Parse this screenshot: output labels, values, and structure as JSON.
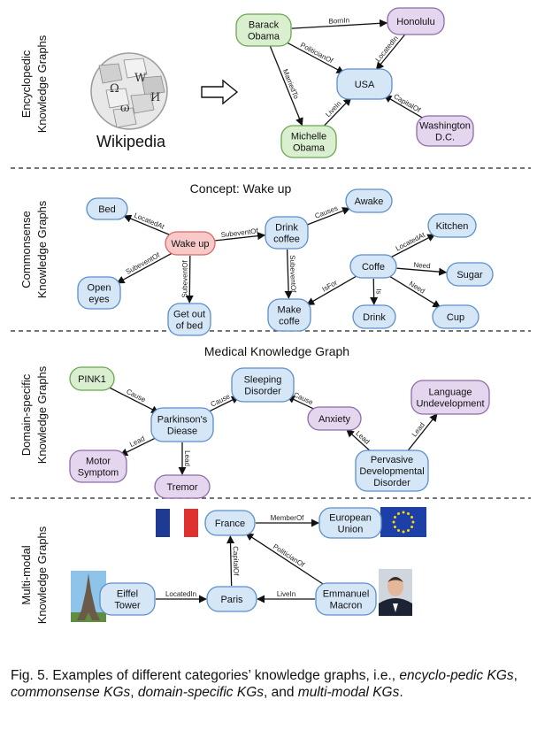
{
  "sections": [
    {
      "id": "encyclopedic",
      "label_lines": [
        "Encyclopedic",
        "Knowledge Graphs"
      ]
    },
    {
      "id": "commonsense",
      "label_lines": [
        "Commonsense",
        "Knowledge Graphs"
      ],
      "title": "Concept: Wake up"
    },
    {
      "id": "domain",
      "label_lines": [
        "Domain-specific",
        "Knowledge Graphs"
      ],
      "title": "Medical Knowledge Graph"
    },
    {
      "id": "multimodal",
      "label_lines": [
        "Multi-modal",
        "Knowledge Graphs"
      ]
    }
  ],
  "wikipedia_label": "Wikipedia",
  "colors": {
    "green": "#d9efcf",
    "purple": "#e4d6ee",
    "blue": "#d5e6f7",
    "red": "#f7c9c9",
    "green_stroke": "#6aa84f",
    "purple_stroke": "#8e6aa8",
    "blue_stroke": "#5b8fc9",
    "red_stroke": "#d66"
  },
  "nodes": [
    {
      "id": "barack",
      "lines": [
        "Barack",
        "Obama"
      ],
      "color": "green"
    },
    {
      "id": "honolulu",
      "lines": [
        "Honolulu"
      ],
      "color": "purple"
    },
    {
      "id": "usa",
      "lines": [
        "USA"
      ],
      "color": "blue"
    },
    {
      "id": "michelle",
      "lines": [
        "Michelle",
        "Obama"
      ],
      "color": "green"
    },
    {
      "id": "washington",
      "lines": [
        "Washington",
        "D.C."
      ],
      "color": "purple"
    },
    {
      "id": "bed",
      "lines": [
        "Bed"
      ],
      "color": "blue"
    },
    {
      "id": "wakeup",
      "lines": [
        "Wake up"
      ],
      "color": "red"
    },
    {
      "id": "openeyes",
      "lines": [
        "Open",
        "eyes"
      ],
      "color": "blue"
    },
    {
      "id": "getout",
      "lines": [
        "Get out",
        "of bed"
      ],
      "color": "blue"
    },
    {
      "id": "drinkcoffee",
      "lines": [
        "Drink",
        "coffee"
      ],
      "color": "blue"
    },
    {
      "id": "awake",
      "lines": [
        "Awake"
      ],
      "color": "blue"
    },
    {
      "id": "makecoffe",
      "lines": [
        "Make",
        "coffe"
      ],
      "color": "blue"
    },
    {
      "id": "coffe",
      "lines": [
        "Coffe"
      ],
      "color": "blue"
    },
    {
      "id": "kitchen",
      "lines": [
        "Kitchen"
      ],
      "color": "blue"
    },
    {
      "id": "sugar",
      "lines": [
        "Sugar"
      ],
      "color": "blue"
    },
    {
      "id": "drink",
      "lines": [
        "Drink"
      ],
      "color": "blue"
    },
    {
      "id": "cup",
      "lines": [
        "Cup"
      ],
      "color": "blue"
    },
    {
      "id": "pink1",
      "lines": [
        "PINK1"
      ],
      "color": "green"
    },
    {
      "id": "parkinsons",
      "lines": [
        "Parkinson's",
        "Diease"
      ],
      "color": "blue"
    },
    {
      "id": "sleeping",
      "lines": [
        "Sleeping",
        "Disorder"
      ],
      "color": "blue"
    },
    {
      "id": "anxiety",
      "lines": [
        "Anxiety"
      ],
      "color": "purple"
    },
    {
      "id": "language",
      "lines": [
        "Language",
        "Undevelopment"
      ],
      "color": "purple"
    },
    {
      "id": "motor",
      "lines": [
        "Motor",
        "Symptom"
      ],
      "color": "purple"
    },
    {
      "id": "tremor",
      "lines": [
        "Tremor"
      ],
      "color": "purple"
    },
    {
      "id": "pervasive",
      "lines": [
        "Pervasive",
        "Developmental",
        "Disorder"
      ],
      "color": "blue"
    },
    {
      "id": "france",
      "lines": [
        "France"
      ],
      "color": "blue"
    },
    {
      "id": "eu",
      "lines": [
        "European",
        "Union"
      ],
      "color": "blue"
    },
    {
      "id": "eiffel",
      "lines": [
        "Eiffel",
        "Tower"
      ],
      "color": "blue"
    },
    {
      "id": "paris",
      "lines": [
        "Paris"
      ],
      "color": "blue"
    },
    {
      "id": "macron",
      "lines": [
        "Emmanuel",
        "Macron"
      ],
      "color": "blue"
    }
  ],
  "edges": [
    {
      "from": "barack",
      "to": "honolulu",
      "label": "BornIn"
    },
    {
      "from": "barack",
      "to": "usa",
      "label": "PoliticianOf"
    },
    {
      "from": "barack",
      "to": "michelle",
      "label": "MarriedTo"
    },
    {
      "from": "honolulu",
      "to": "usa",
      "label": "LocatedIn"
    },
    {
      "from": "michelle",
      "to": "usa",
      "label": "LiveIn"
    },
    {
      "from": "washington",
      "to": "usa",
      "label": "CapitalOf"
    },
    {
      "from": "wakeup",
      "to": "bed",
      "label": "LocatedAt"
    },
    {
      "from": "wakeup",
      "to": "openeyes",
      "label": "SubeventOf"
    },
    {
      "from": "wakeup",
      "to": "getout",
      "label": "SubeventOf"
    },
    {
      "from": "wakeup",
      "to": "drinkcoffee",
      "label": "SubeventOf"
    },
    {
      "from": "drinkcoffee",
      "to": "awake",
      "label": "Causes"
    },
    {
      "from": "drinkcoffee",
      "to": "makecoffe",
      "label": "SubeventOf"
    },
    {
      "from": "coffe",
      "to": "kitchen",
      "label": "LocatedAt"
    },
    {
      "from": "coffe",
      "to": "makecoffe",
      "label": "IsFor"
    },
    {
      "from": "coffe",
      "to": "sugar",
      "label": "Need"
    },
    {
      "from": "coffe",
      "to": "drink",
      "label": "Is"
    },
    {
      "from": "coffe",
      "to": "cup",
      "label": "Need"
    },
    {
      "from": "pink1",
      "to": "parkinsons",
      "label": "Cause"
    },
    {
      "from": "parkinsons",
      "to": "sleeping",
      "label": "Cause"
    },
    {
      "from": "anxiety",
      "to": "sleeping",
      "label": "Cause"
    },
    {
      "from": "parkinsons",
      "to": "motor",
      "label": "Lead"
    },
    {
      "from": "parkinsons",
      "to": "tremor",
      "label": "Lead"
    },
    {
      "from": "pervasive",
      "to": "anxiety",
      "label": "Lead"
    },
    {
      "from": "pervasive",
      "to": "language",
      "label": "Lead"
    },
    {
      "from": "france",
      "to": "eu",
      "label": "MemberOf"
    },
    {
      "from": "eiffel",
      "to": "paris",
      "label": "LocatedIn"
    },
    {
      "from": "paris",
      "to": "france",
      "label": "CapitalOf"
    },
    {
      "from": "macron",
      "to": "paris",
      "label": "LiveIn"
    },
    {
      "from": "macron",
      "to": "france",
      "label": "PoliticianOf"
    }
  ],
  "caption": {
    "prefix": "Fig. 5. Examples of different categories’ knowledge graphs, i.e., ",
    "italic1": "encyclo-pedic KGs",
    "sep1": ", ",
    "italic2": "commonsense KGs",
    "sep2": ", ",
    "italic3": "domain-specific KGs",
    "sep3": ", and ",
    "italic4": "multi-modal KGs",
    "suffix": "."
  }
}
